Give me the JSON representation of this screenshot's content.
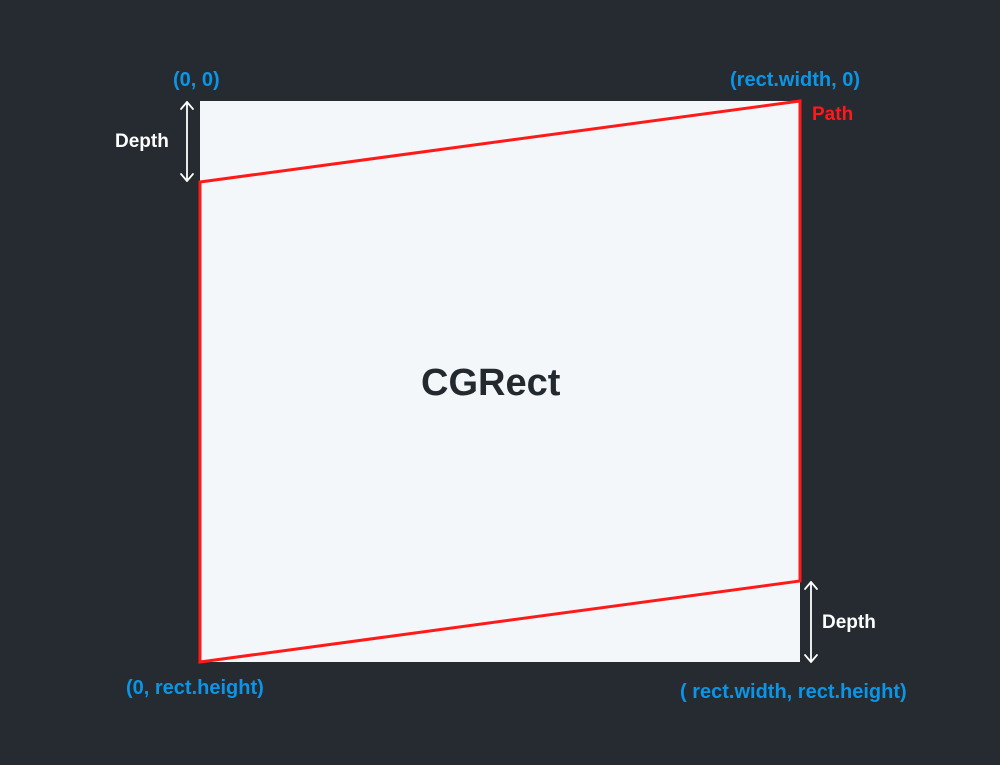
{
  "colors": {
    "background": "#252b31",
    "rect_fill": "#f4f7fa",
    "path_stroke": "#ff1a1a",
    "coord_text": "#0a95e6",
    "depth_text": "#ffffff",
    "title_text": "#22292f"
  },
  "diagram": {
    "rect_label": "CGRect",
    "path_label": "Path",
    "depth_top_label": "Depth",
    "depth_bottom_label": "Depth",
    "corner_top_left": "(0, 0)",
    "corner_top_right": "(rect.width, 0)",
    "corner_bottom_left": "(0, rect.height)",
    "corner_bottom_right": "( rect.width, rect.height)"
  }
}
